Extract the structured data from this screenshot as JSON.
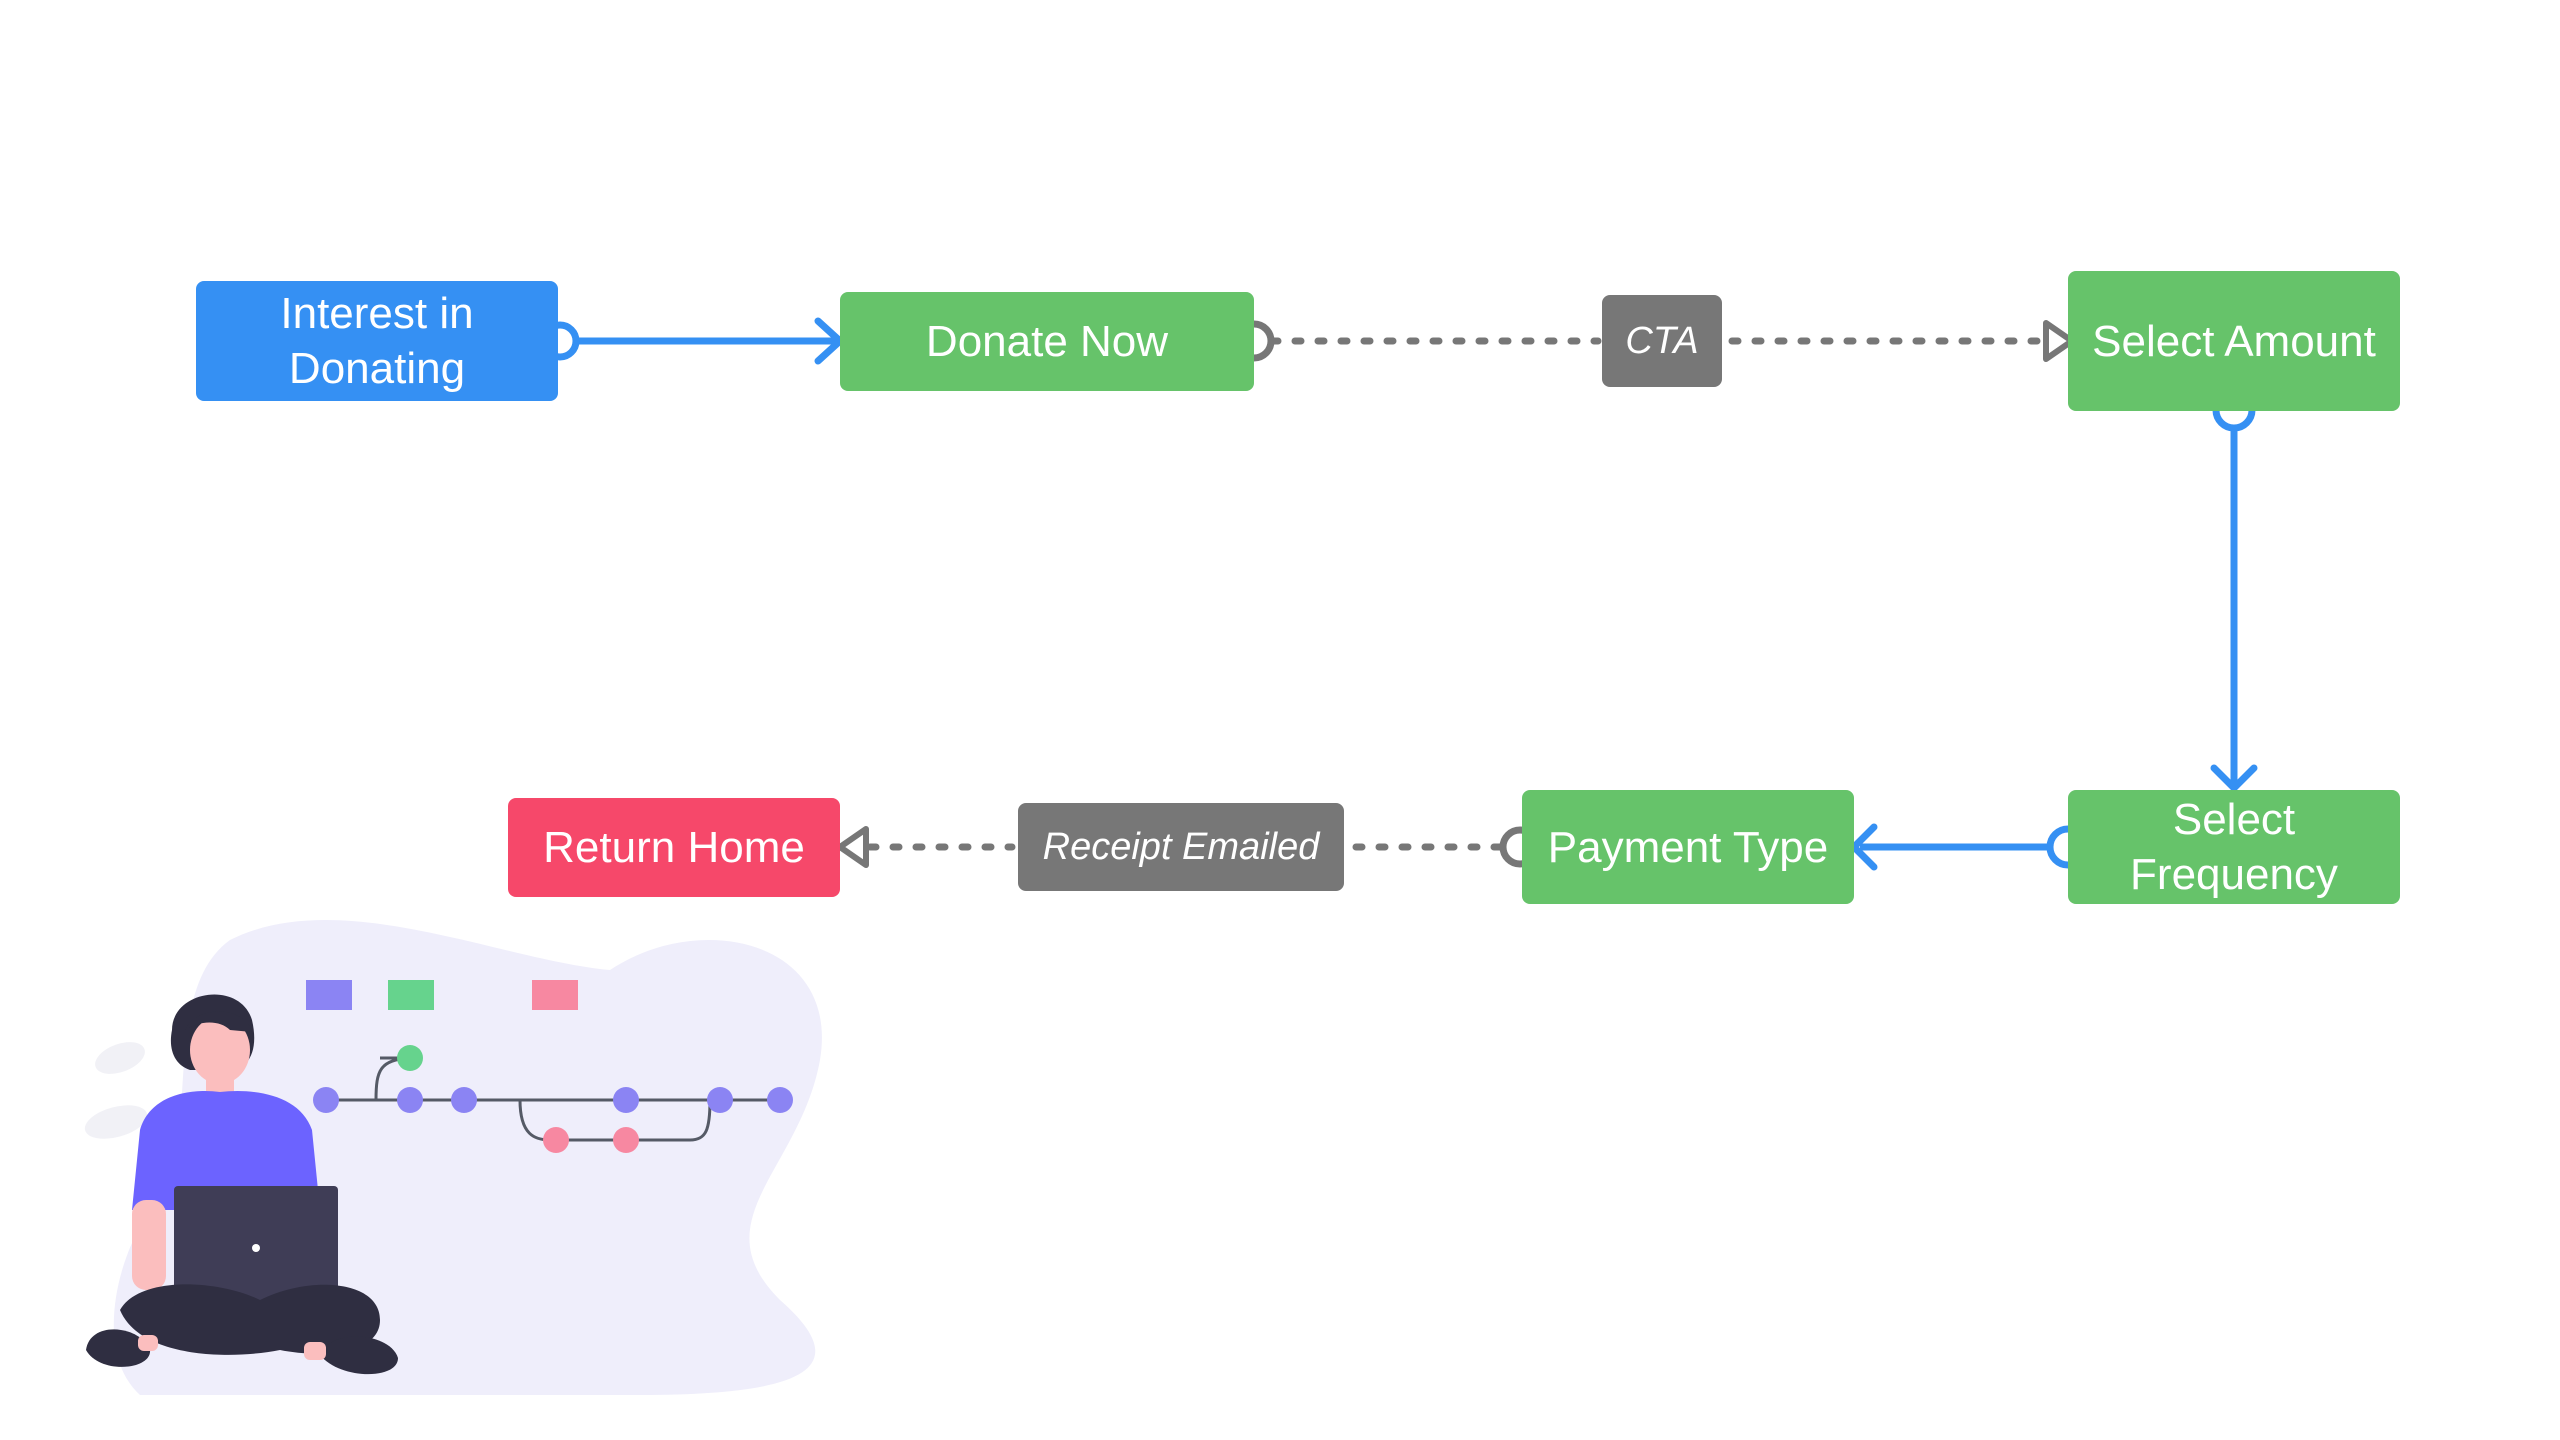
{
  "diagram": {
    "nodes": [
      {
        "id": "interest",
        "label": "Interest in\nDonating",
        "color": "#3590f3"
      },
      {
        "id": "donate",
        "label": "Donate Now",
        "color": "#66c36a"
      },
      {
        "id": "amount",
        "label": "Select Amount",
        "color": "#66c36a"
      },
      {
        "id": "frequency",
        "label": "Select\nFrequency",
        "color": "#66c36a"
      },
      {
        "id": "payment",
        "label": "Payment Type",
        "color": "#66c36a"
      },
      {
        "id": "home",
        "label": "Return Home",
        "color": "#f6486a"
      }
    ],
    "edges": [
      {
        "from": "interest",
        "to": "donate",
        "style": "solid",
        "color": "#3590f3"
      },
      {
        "from": "donate",
        "to": "amount",
        "style": "dotted",
        "label": "CTA",
        "color": "#777777"
      },
      {
        "from": "amount",
        "to": "frequency",
        "style": "solid",
        "color": "#3590f3"
      },
      {
        "from": "frequency",
        "to": "payment",
        "style": "solid",
        "color": "#3590f3"
      },
      {
        "from": "payment",
        "to": "home",
        "style": "dotted",
        "label": "Receipt Emailed",
        "color": "#777777"
      }
    ]
  },
  "illustration": {
    "icon": "person-with-laptop-git-graph-illustration"
  }
}
